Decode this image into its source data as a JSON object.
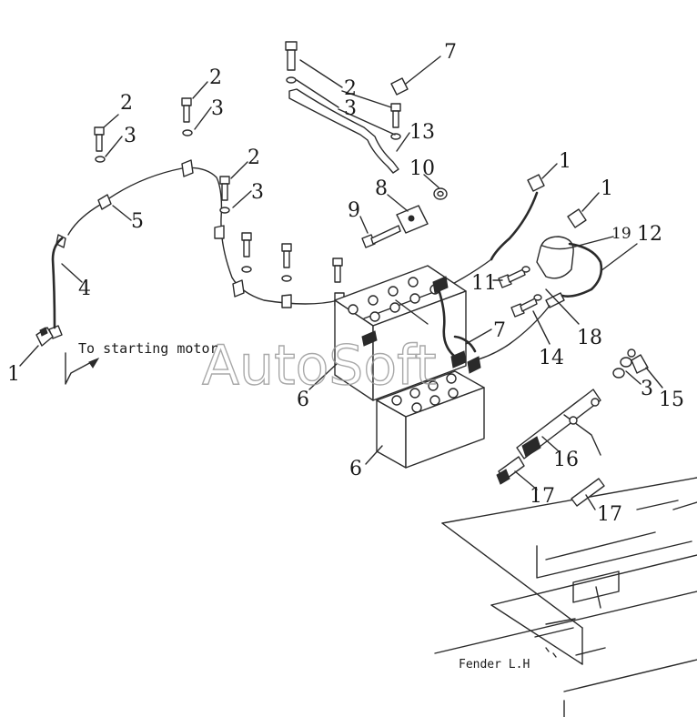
{
  "labels": {
    "l1a": "1",
    "l2a": "2",
    "l3a": "3",
    "l2b": "2",
    "l3b": "3",
    "l4": "4",
    "l5": "5",
    "l2c": "2",
    "l3c": "3",
    "l7a": "7",
    "l2d": "2",
    "l3d": "3",
    "l13": "13",
    "l10": "10",
    "l8": "8",
    "l9": "9",
    "l1b": "1",
    "l1c": "1",
    "l19": "19",
    "l12": "12",
    "l11": "11",
    "l7b": "7",
    "l18": "18",
    "l14": "14",
    "l6a": "6",
    "l6b": "6",
    "l3e": "3",
    "l15": "15",
    "l16": "16",
    "l17a": "17",
    "l17b": "17"
  },
  "notes": {
    "starting_motor": "To starting motor",
    "fender": "Fender L.H"
  },
  "watermark": "AutoSoft"
}
